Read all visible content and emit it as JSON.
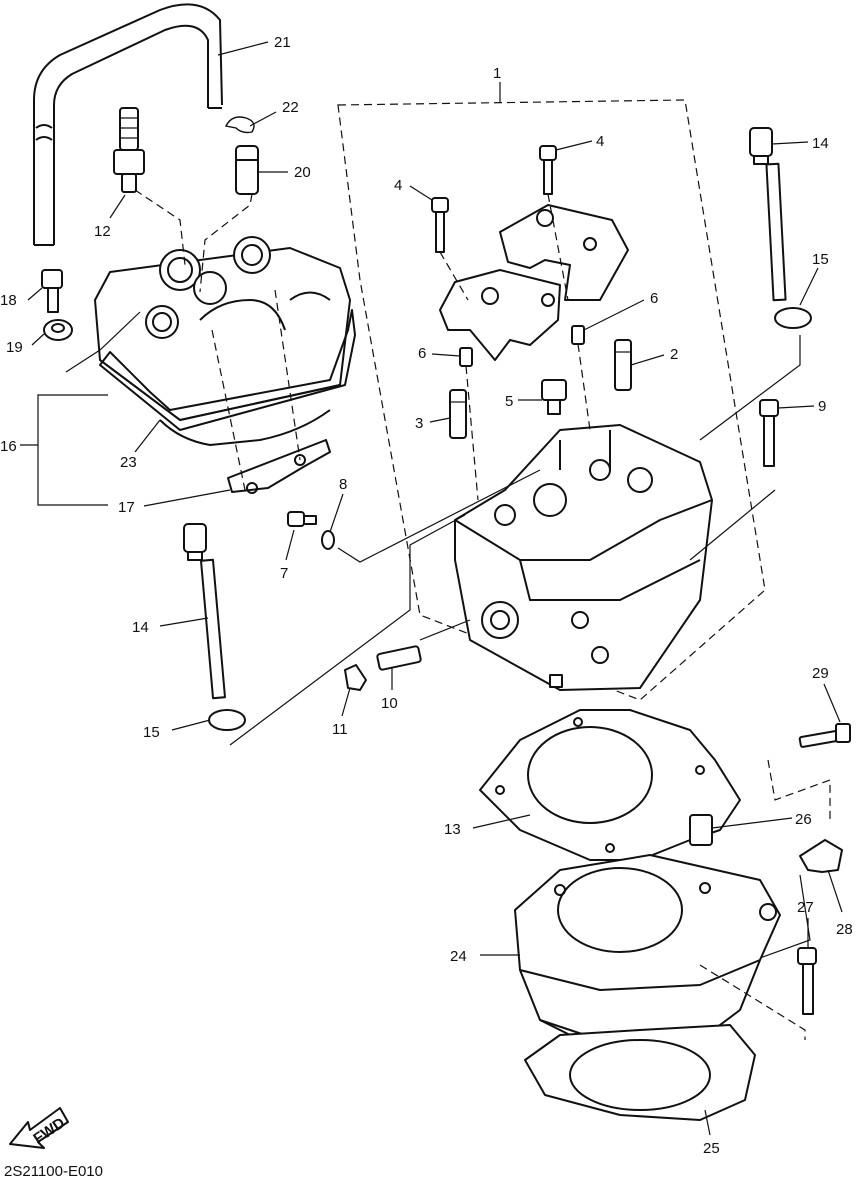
{
  "diagram_code": "2S21100-E010",
  "fwd_label": "FWD",
  "callouts": [
    "1",
    "2",
    "3",
    "4",
    "4",
    "5",
    "6",
    "6",
    "7",
    "8",
    "9",
    "10",
    "11",
    "12",
    "13",
    "14",
    "14",
    "15",
    "15",
    "16",
    "17",
    "18",
    "19",
    "20",
    "21",
    "22",
    "23",
    "24",
    "25",
    "26",
    "27",
    "28",
    "29"
  ]
}
